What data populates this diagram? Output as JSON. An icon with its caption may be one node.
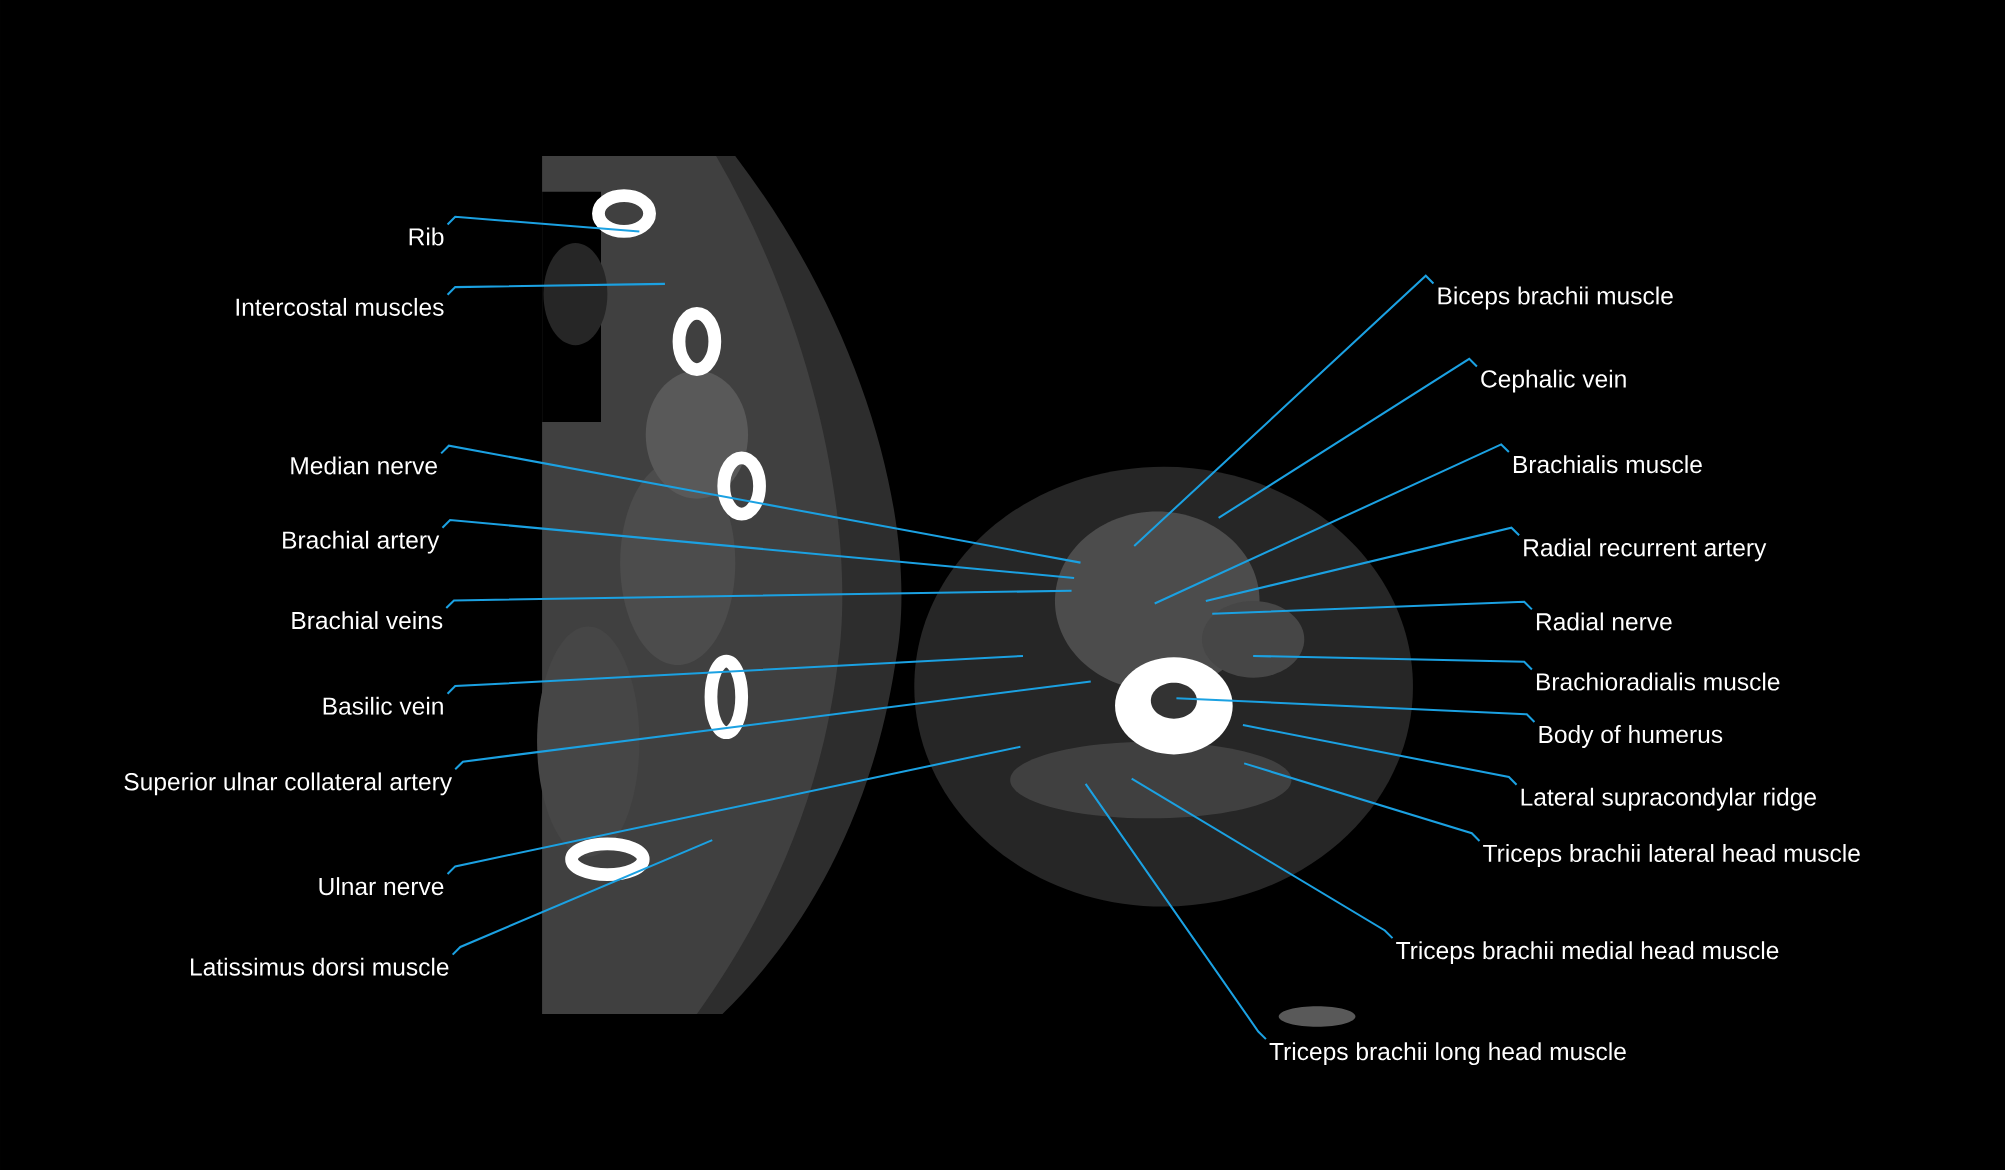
{
  "diagram": {
    "nodes": [
      {
        "text": [
          "Rib"
        ]
      },
      {
        "text": [
          "Intercostal muscles"
        ]
      },
      {
        "text": [
          "Median nerve"
        ]
      },
      {
        "text": [
          "Brachial artery"
        ]
      },
      {
        "text": [
          "Brachial veins"
        ]
      },
      {
        "text": [
          "Basilic vein"
        ]
      },
      {
        "text": [
          "Superior ulnar collateral artery"
        ]
      },
      {
        "text": [
          "Ulnar nerve"
        ]
      },
      {
        "text": [
          "Latissimus dorsi muscle"
        ]
      },
      {
        "text": [
          "Biceps brachii muscle"
        ]
      },
      {
        "text": [
          "Cephalic vein"
        ]
      },
      {
        "text": [
          "Brachialis muscle"
        ]
      },
      {
        "text": [
          "Radial recurrent artery"
        ]
      },
      {
        "text": [
          "Radial nerve"
        ]
      },
      {
        "text": [
          "Brachioradialis muscle"
        ]
      },
      {
        "text": [
          "Body of humerus"
        ]
      },
      {
        "text": [
          "Lateral supracondylar ridge"
        ]
      },
      {
        "text": [
          "Triceps brachii lateral head muscle"
        ]
      },
      {
        "text": [
          "Triceps brachii medial head muscle"
        ]
      },
      {
        "text": [
          "Triceps brachii long head muscle"
        ]
      }
    ],
    "edges": [
      {
        "from": 0,
        "to": null,
        "arrow": "none"
      },
      {
        "from": 1,
        "to": null,
        "arrow": "none"
      },
      {
        "from": 2,
        "to": null,
        "arrow": "none"
      },
      {
        "from": 3,
        "to": null,
        "arrow": "none"
      },
      {
        "from": 4,
        "to": null,
        "arrow": "none"
      },
      {
        "from": 5,
        "to": null,
        "arrow": "none"
      },
      {
        "from": 6,
        "to": null,
        "arrow": "none"
      },
      {
        "from": 7,
        "to": null,
        "arrow": "none"
      },
      {
        "from": 8,
        "to": null,
        "arrow": "none"
      },
      {
        "from": 9,
        "to": null,
        "arrow": "none"
      },
      {
        "from": 10,
        "to": null,
        "arrow": "none"
      },
      {
        "from": 11,
        "to": null,
        "arrow": "none"
      },
      {
        "from": 12,
        "to": null,
        "arrow": "none"
      },
      {
        "from": 13,
        "to": null,
        "arrow": "none"
      },
      {
        "from": 14,
        "to": null,
        "arrow": "none"
      },
      {
        "from": 15,
        "to": null,
        "arrow": "none"
      },
      {
        "from": 16,
        "to": null,
        "arrow": "none"
      },
      {
        "from": 17,
        "to": null,
        "arrow": "none"
      },
      {
        "from": 18,
        "to": null,
        "arrow": "none"
      },
      {
        "from": 19,
        "to": null,
        "arrow": "none"
      }
    ]
  }
}
